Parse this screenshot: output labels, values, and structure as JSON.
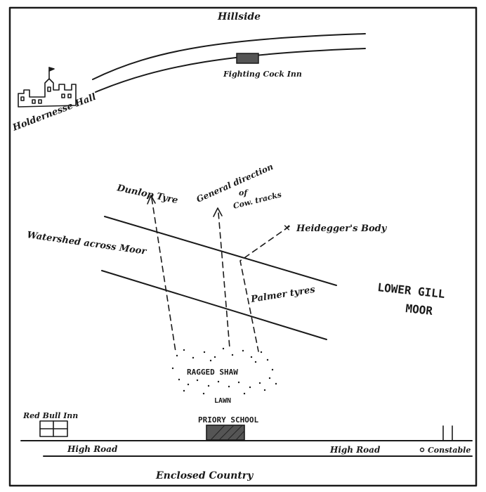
{
  "labels": {
    "hillside": "Hillside",
    "fighting_cock_inn": "Fighting Cock Inn",
    "holdernesse_hall": "Holdernesse Hall",
    "dunlop_tyre": "Dunlop Tyre",
    "general_direction": "General direction",
    "of": "of",
    "cow_tracks": "Cow. tracks",
    "heideggers_body": "Heidegger's Body",
    "watershed": "Watershed across Moor",
    "palmer_tyres": "Palmer tyres",
    "lower_gill": "LOWER GILL",
    "moor": "MOOR",
    "ragged_shaw": "RAGGED SHAW",
    "lawn": "LAWN",
    "red_bull_inn": "Red Bull Inn",
    "priory_school": "PRIORY SCHOOL",
    "high_road_left": "High Road",
    "high_road_right": "High Road",
    "constable": "Constable",
    "enclosed_country": "Enclosed Country"
  },
  "colors": {
    "ink": "#1a1a1a",
    "paper": "#ffffff"
  }
}
